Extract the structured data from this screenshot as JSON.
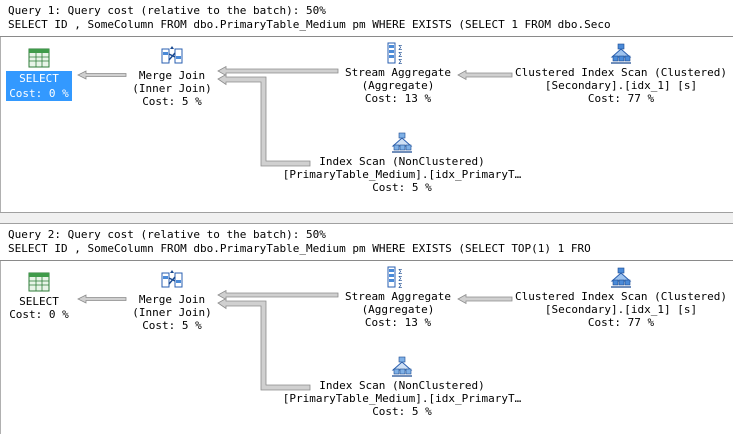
{
  "plans": [
    {
      "header": "Query 1: Query cost (relative to the batch): 50%",
      "statement": "SELECT ID , SomeColumn FROM dbo.PrimaryTable_Medium pm WHERE EXISTS (SELECT 1 FROM dbo.Seco",
      "select_node": {
        "label": "SELECT",
        "cost": "Cost: 0 %"
      },
      "merge_join": {
        "label": "Merge Join",
        "sub": "(Inner Join)",
        "cost": "Cost: 5 %"
      },
      "stream_agg": {
        "label": "Stream Aggregate",
        "sub": "(Aggregate)",
        "cost": "Cost: 13 %"
      },
      "clustered_scan": {
        "label": "Clustered Index Scan (Clustered)",
        "sub": "[Secondary].[idx_1] [s]",
        "cost": "Cost: 77 %"
      },
      "index_scan": {
        "label": "Index Scan (NonClustered)",
        "sub": "[PrimaryTable_Medium].[idx_PrimaryT…",
        "cost": "Cost: 5 %"
      }
    },
    {
      "header": "Query 2: Query cost (relative to the batch): 50%",
      "statement": "SELECT ID , SomeColumn FROM dbo.PrimaryTable_Medium pm WHERE EXISTS (SELECT TOP(1) 1 FRO",
      "select_node": {
        "label": "SELECT",
        "cost": "Cost: 0 %"
      },
      "merge_join": {
        "label": "Merge Join",
        "sub": "(Inner Join)",
        "cost": "Cost: 5 %"
      },
      "stream_agg": {
        "label": "Stream Aggregate",
        "sub": "(Aggregate)",
        "cost": "Cost: 13 %"
      },
      "clustered_scan": {
        "label": "Clustered Index Scan (Clustered)",
        "sub": "[Secondary].[idx_1] [s]",
        "cost": "Cost: 77 %"
      },
      "index_scan": {
        "label": "Index Scan (NonClustered)",
        "sub": "[PrimaryTable_Medium].[idx_PrimaryT…",
        "cost": "Cost: 5 %"
      }
    }
  ],
  "icons": {
    "select": "select-result-icon",
    "merge_join": "merge-join-icon",
    "stream_agg": "stream-aggregate-icon",
    "clustered_scan": "clustered-index-scan-icon",
    "index_scan": "nonclustered-index-scan-icon"
  },
  "colors": {
    "selection": "#3399ff",
    "arrow": "#c8c8c8",
    "separator": "#8a8a8a"
  }
}
